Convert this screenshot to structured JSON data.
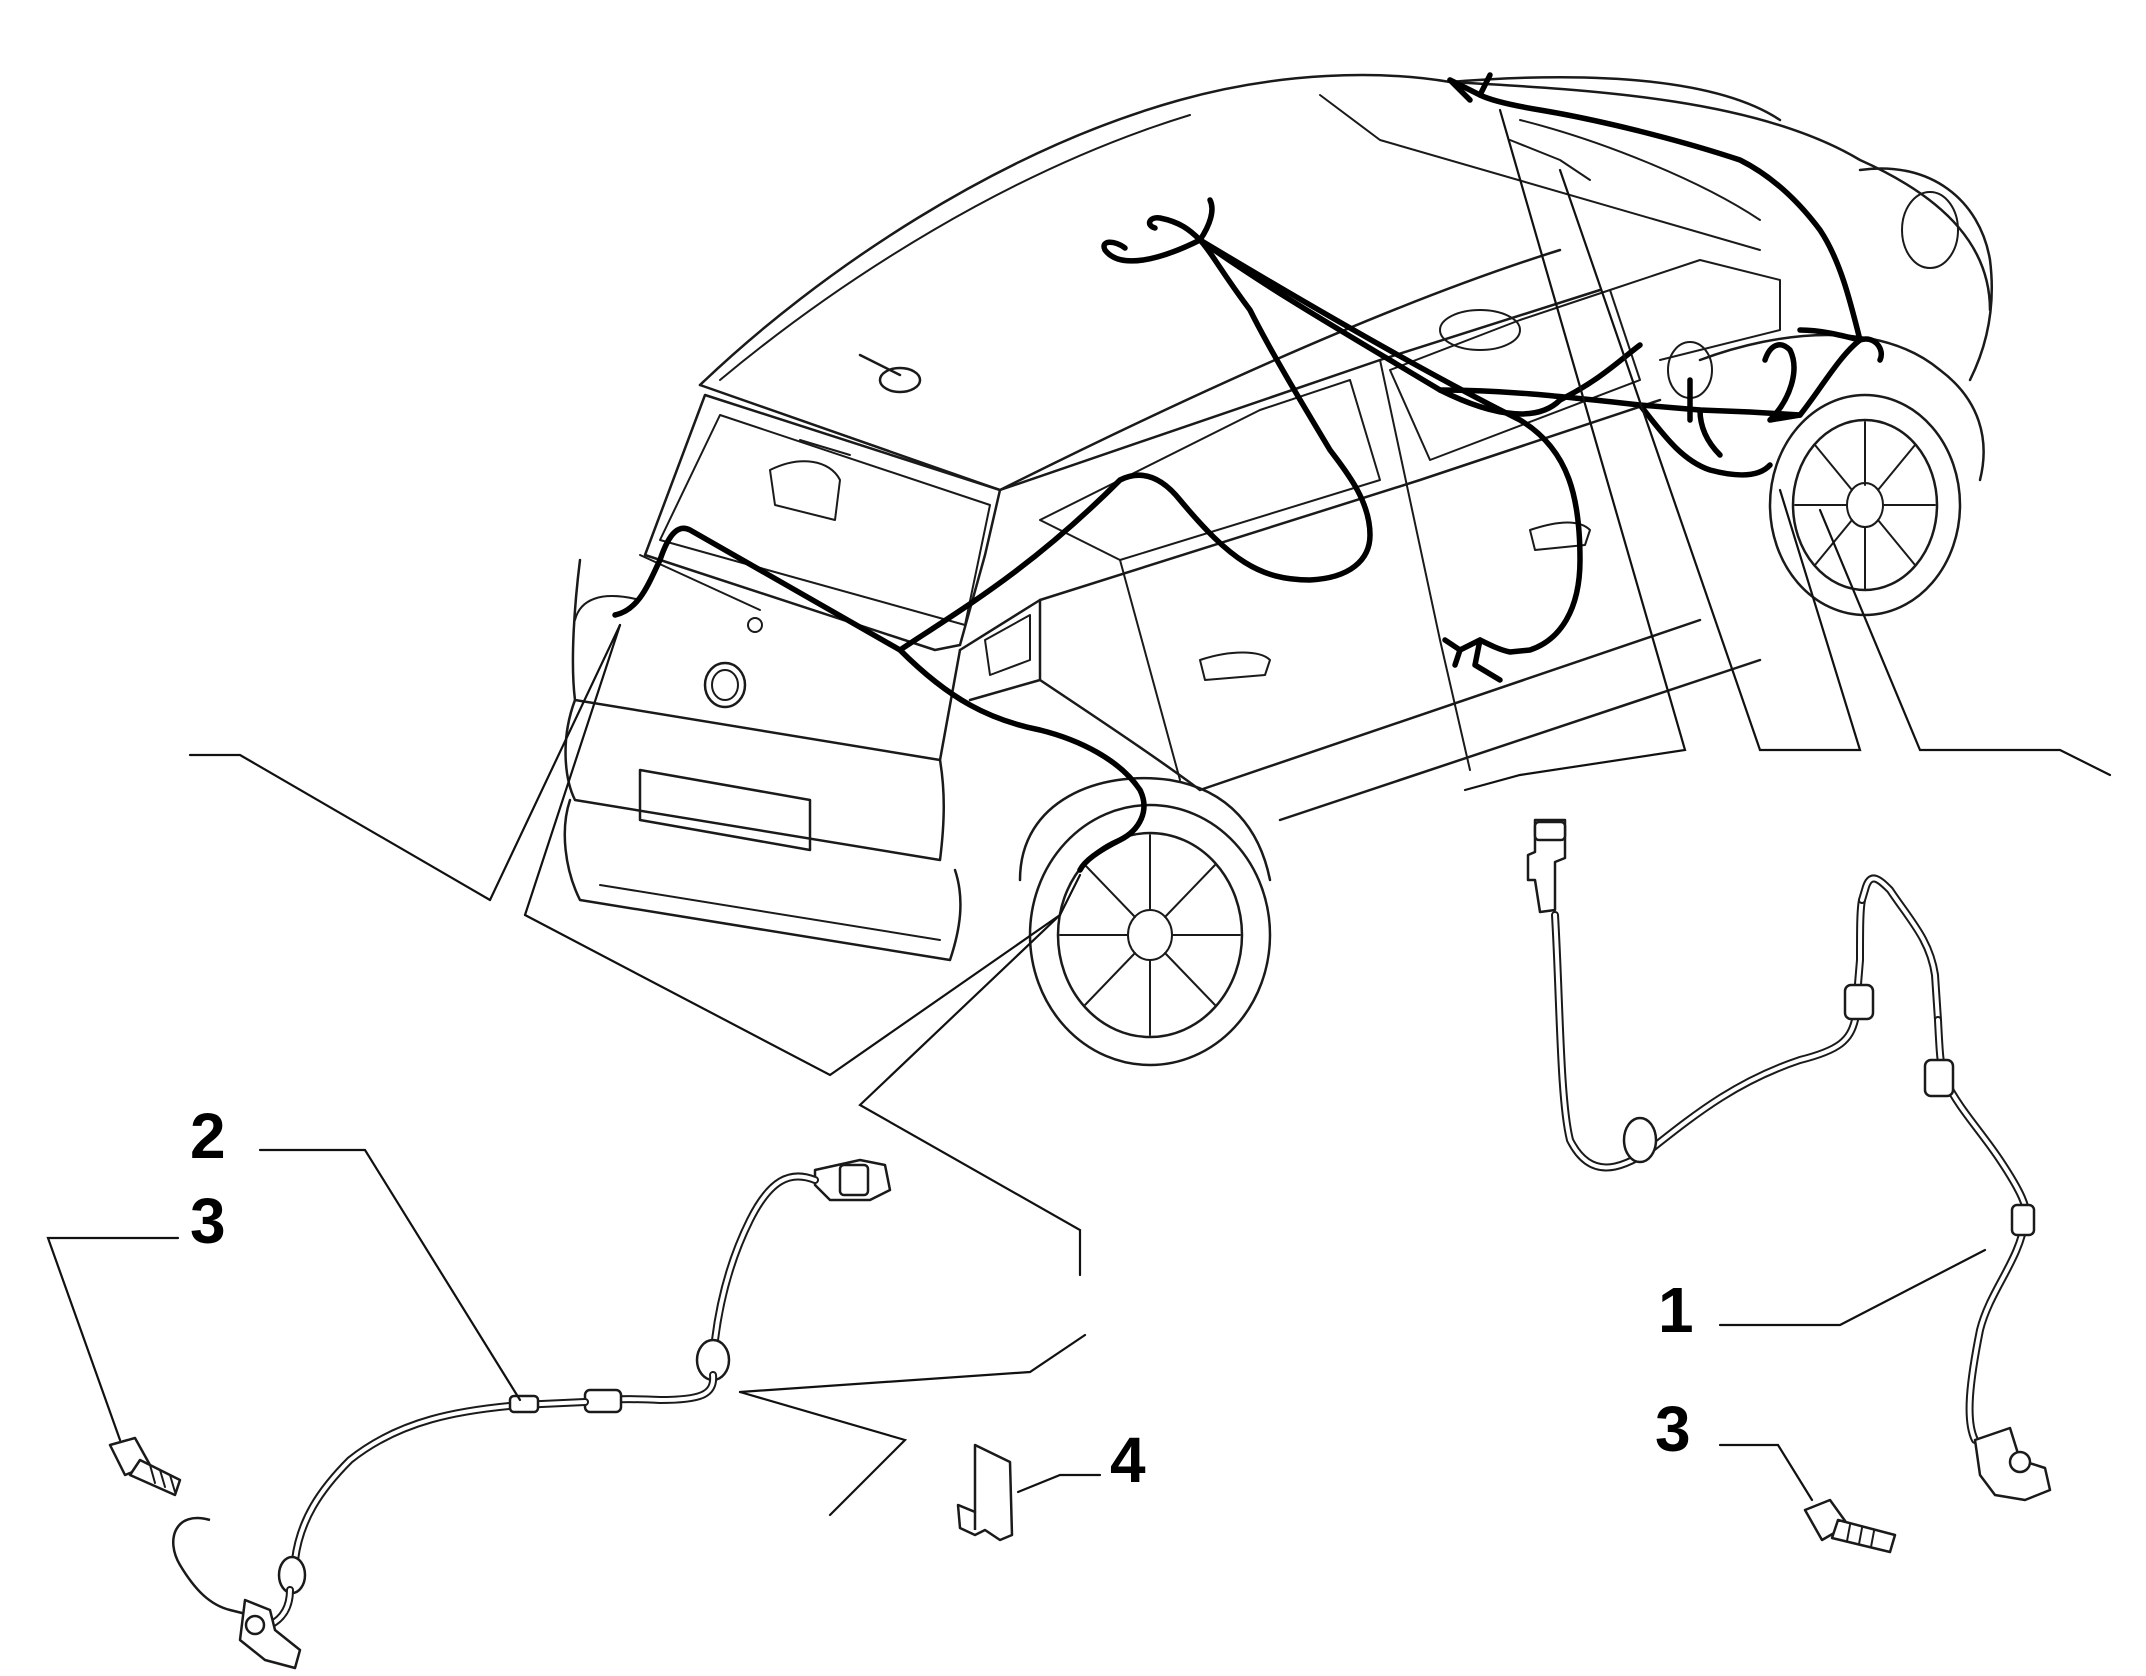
{
  "diagram": {
    "callouts": [
      {
        "id": "c2",
        "text": "2"
      },
      {
        "id": "c3-left",
        "text": "3"
      },
      {
        "id": "c1",
        "text": "1"
      },
      {
        "id": "c3-right",
        "text": "3"
      },
      {
        "id": "c4",
        "text": "4"
      }
    ],
    "parts": [
      {
        "id": "1",
        "name": "front-wheel-speed-sensor-cable"
      },
      {
        "id": "2",
        "name": "rear-wheel-speed-sensor-cable"
      },
      {
        "id": "3",
        "name": "sensor-fixing-screw"
      },
      {
        "id": "4",
        "name": "cable-retaining-bracket"
      }
    ],
    "colors": {
      "line": "#1a1a1a",
      "harness": "#000000",
      "background": "#ffffff"
    }
  }
}
